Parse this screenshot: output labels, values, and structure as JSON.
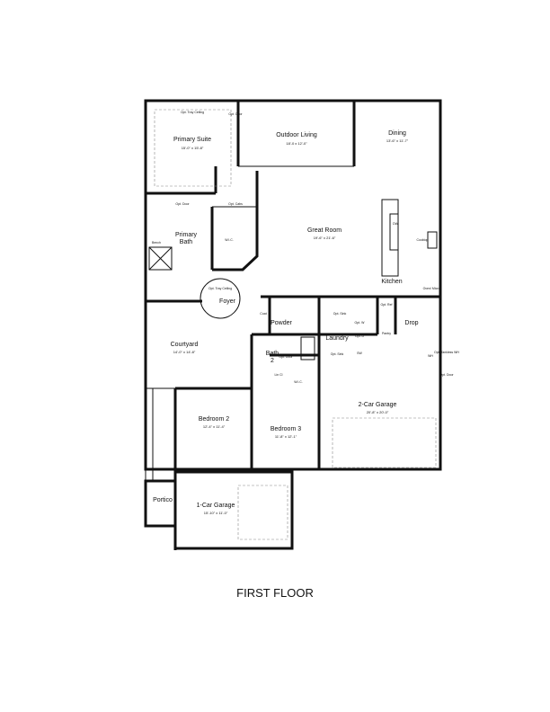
{
  "caption": "FIRST FLOOR",
  "rooms": {
    "primary_suite": {
      "name": "Primary Suite",
      "dim": "15'-0\" x 15'-8\""
    },
    "outdoor_living": {
      "name": "Outdoor Living",
      "dim": "18'-0 x 12'-0\""
    },
    "dining": {
      "name": "Dining",
      "dim": "13'-6\" x 11'-7\""
    },
    "great_room": {
      "name": "Great Room",
      "dim": "19'-6\" x 21'-6\""
    },
    "kitchen": {
      "name": "Kitchen"
    },
    "primary_bath": {
      "name1": "Primary",
      "name2": "Bath"
    },
    "wic": {
      "name": "W.I.C."
    },
    "foyer": {
      "name": "Foyer"
    },
    "powder": {
      "name": "Powder"
    },
    "laundry": {
      "name": "Laundry"
    },
    "drop": {
      "name": "Drop"
    },
    "courtyard": {
      "name": "Courtyard",
      "dim": "14'-0\" x 14'-8\""
    },
    "bath2": {
      "name1": "Bath",
      "name2": "2"
    },
    "wlc": {
      "name": "W.I.C."
    },
    "bedroom2": {
      "name": "Bedroom 2",
      "dim": "12'-4\" x 11'-4\""
    },
    "bedroom3": {
      "name": "Bedroom 3",
      "dim": "11'-8\" x 12'-1\""
    },
    "garage2": {
      "name": "2-Car Garage",
      "dim": "20'-8\" x 20'-0\""
    },
    "garage1": {
      "name": "1-Car Garage",
      "dim": "15'-10\" x 11'-0\""
    },
    "portico": {
      "name": "Portico"
    }
  },
  "notes": {
    "opt_tray": "Opt. Tray Ceiling",
    "opt_door": "Opt. Door",
    "opt_cabs": "Opt. Cabs",
    "bench": "Bench",
    "dw": "DW",
    "cooktop": "Cooktop",
    "oven_micro": "Oven/ Micro",
    "opt_ref": "Opt. Ref",
    "opt_sink": "Opt. Sink",
    "opt_w": "Opt. W",
    "opt_d": "Opt. D",
    "pantry": "Pantry",
    "coat": "Coat",
    "lin": "Lin",
    "sw": "SW",
    "wh": "WH",
    "tankless": "Opt. Tankless WH",
    "lin_cl": "Lin Cl",
    "foyer_tray": "Opt. Tray Ceiling"
  }
}
